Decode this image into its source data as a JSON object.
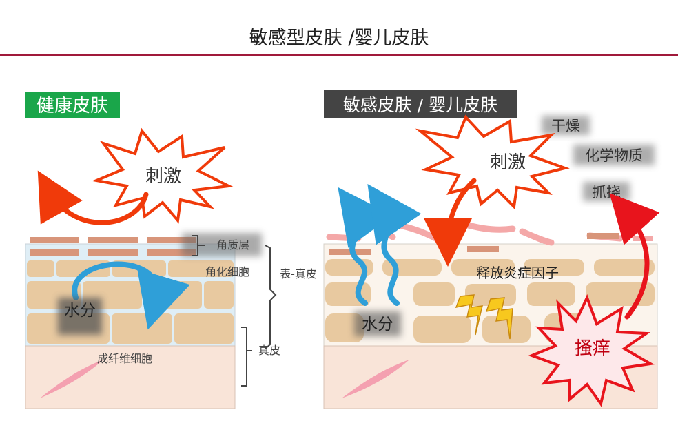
{
  "page": {
    "title": "敏感型皮肤 /婴儿皮肤"
  },
  "healthy": {
    "heading": "健康皮肤",
    "stimulus": "刺激",
    "water": "水分",
    "labels": {
      "stratum_corneum": "角质层",
      "keratinocyte": "角化细胞",
      "epidermis_dermis": "表-真皮",
      "dermis": "真皮",
      "fibroblast": "成纤维细胞"
    }
  },
  "sensitive": {
    "heading": "敏感皮肤 / 婴儿皮肤",
    "stimulus": "刺激",
    "water": "水分",
    "inflammation": "释放炎症因子",
    "itch": "搔痒",
    "causes": {
      "dry": "干燥",
      "chemical": "化学物质",
      "scratch": "抓挠"
    }
  },
  "colors": {
    "title_rule": "#a0193a",
    "healthy_tag": "#1aa64a",
    "sensitive_tag": "#444444",
    "arrow_red": "#f03a0a",
    "arrow_blue": "#2f9fd8",
    "cell_tan": "#e8c9a0",
    "corneum_brown": "#d8957a",
    "dermis": "#f9e4d8",
    "fibroblast": "#f4a0b0",
    "itch_red": "#e8141c",
    "lightning": "#f7c81e"
  },
  "icons": [
    "burst-icon",
    "lightning-icon",
    "blue-arrow-icon",
    "red-arrow-icon"
  ]
}
